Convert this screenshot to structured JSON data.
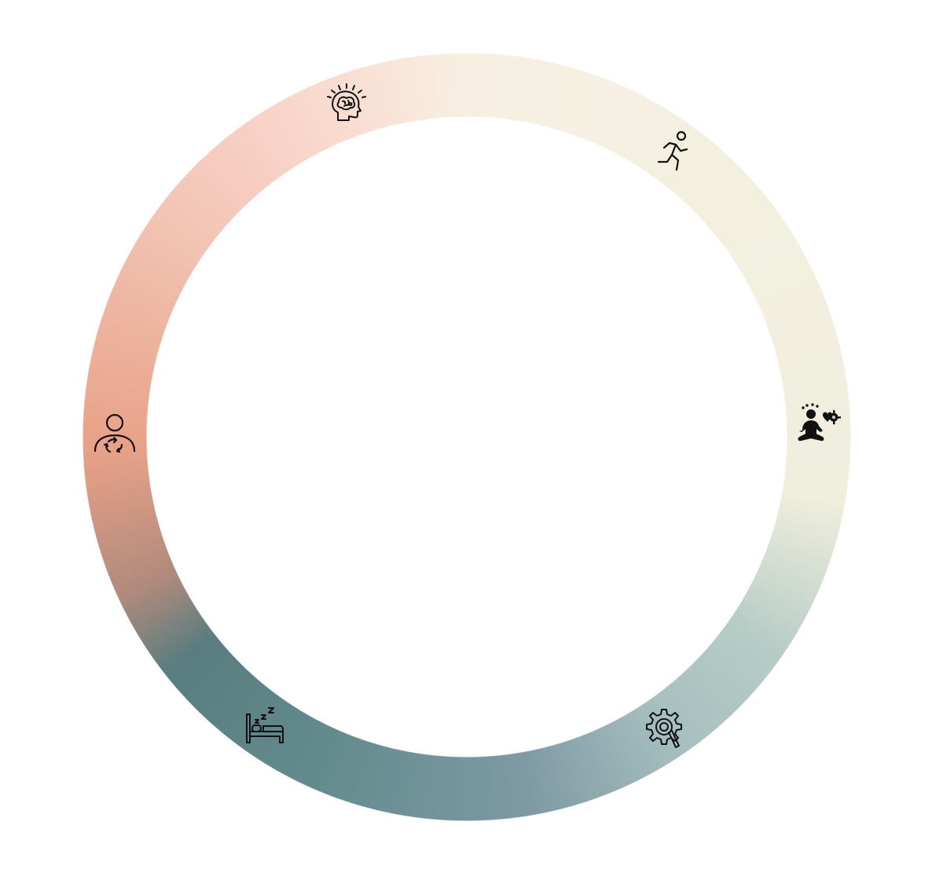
{
  "diagram": {
    "shape": "ring",
    "segment_count": 6,
    "colors": {
      "top": "#f7f0e2",
      "top_right": "#f3f0e0",
      "right": "#b6ccc6",
      "bottom_right": "#7e9aa4",
      "bottom": "#628a8c",
      "bottom_left": "#5a7d7f",
      "left": "#e8a188",
      "top_left": "#f9d6cb"
    },
    "icons": [
      {
        "name": "brain-head-icon",
        "position": "top-left"
      },
      {
        "name": "running-person-icon",
        "position": "top-right"
      },
      {
        "name": "meditating-person-icon",
        "position": "right"
      },
      {
        "name": "gear-magnifier-icon",
        "position": "bottom-right"
      },
      {
        "name": "sleeping-bed-icon",
        "position": "bottom-left"
      },
      {
        "name": "person-cycle-icon",
        "position": "left"
      }
    ]
  }
}
